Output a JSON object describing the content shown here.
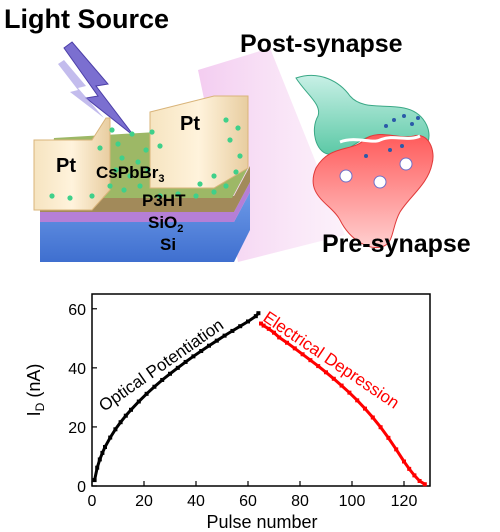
{
  "labels": {
    "light_source": "Light Source",
    "post_synapse": "Post-synapse",
    "pre_synapse": "Pre-synapse",
    "pt_left": "Pt",
    "pt_right": "Pt",
    "cspbbr3_base": "CsPbBr",
    "cspbbr3_sub": "3",
    "p3ht": "P3HT",
    "sio2_base": "SiO",
    "sio2_sub": "2",
    "si": "Si"
  },
  "chart_data": {
    "type": "scatter",
    "xlabel": "Pulse number",
    "ylabel_base": "I",
    "ylabel_sub": "D",
    "ylabel_unit": " (nA)",
    "xlim": [
      0,
      130
    ],
    "ylim": [
      0,
      65
    ],
    "xticks": [
      0,
      20,
      40,
      60,
      80,
      100,
      120
    ],
    "yticks": [
      0,
      20,
      40,
      60
    ],
    "annotations": {
      "optical": "Optical Potentiation",
      "electrical": "Electrical Depression"
    },
    "series": [
      {
        "color": "#000000",
        "points": [
          [
            1,
            2.0
          ],
          [
            2,
            6.2
          ],
          [
            3,
            9.0
          ],
          [
            4,
            11.2
          ],
          [
            5,
            13.2
          ],
          [
            7,
            16.4
          ],
          [
            9,
            19.2
          ],
          [
            11,
            21.6
          ],
          [
            13,
            23.8
          ],
          [
            15,
            25.8
          ],
          [
            18,
            28.6
          ],
          [
            21,
            31.2
          ],
          [
            24,
            33.6
          ],
          [
            27,
            35.9
          ],
          [
            30,
            38.0
          ],
          [
            33,
            40.0
          ],
          [
            36,
            42.0
          ],
          [
            39,
            43.9
          ],
          [
            42,
            45.7
          ],
          [
            45,
            47.5
          ],
          [
            48,
            49.2
          ],
          [
            51,
            50.9
          ],
          [
            54,
            52.5
          ],
          [
            57,
            54.1
          ],
          [
            60,
            55.7
          ],
          [
            63,
            57.5
          ],
          [
            64,
            58.5
          ]
        ]
      },
      {
        "color": "#ff0000",
        "points": [
          [
            65,
            55.0
          ],
          [
            66,
            54.3
          ],
          [
            68,
            53.2
          ],
          [
            70,
            51.9
          ],
          [
            72,
            50.3
          ],
          [
            75,
            48.5
          ],
          [
            78,
            46.6
          ],
          [
            81,
            44.6
          ],
          [
            84,
            42.6
          ],
          [
            87,
            40.6
          ],
          [
            90,
            38.5
          ],
          [
            93,
            36.3
          ],
          [
            96,
            34.0
          ],
          [
            99,
            31.6
          ],
          [
            102,
            29.0
          ],
          [
            105,
            26.2
          ],
          [
            108,
            23.2
          ],
          [
            111,
            19.9
          ],
          [
            114,
            16.3
          ],
          [
            117,
            12.4
          ],
          [
            120,
            8.3
          ],
          [
            122,
            5.8
          ],
          [
            124,
            3.6
          ],
          [
            126,
            1.7
          ],
          [
            128,
            0.6
          ]
        ]
      }
    ]
  }
}
